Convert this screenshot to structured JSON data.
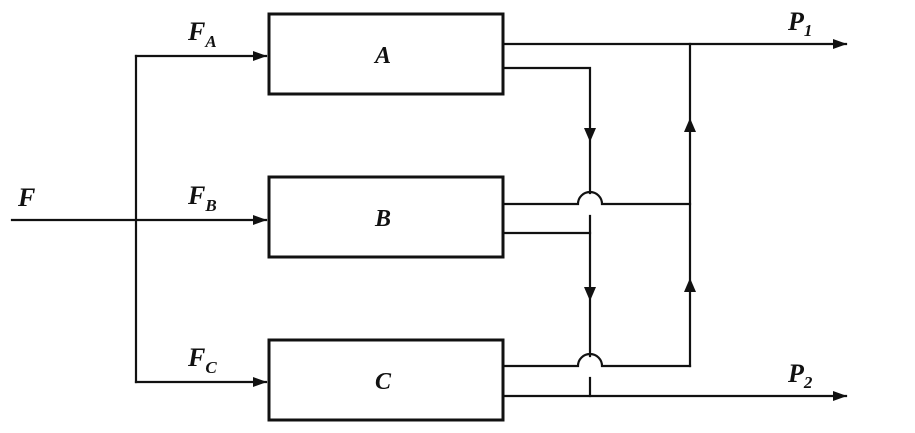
{
  "diagram": {
    "feed_label": "F",
    "streams": {
      "fa": {
        "main": "F",
        "sub": "A"
      },
      "fb": {
        "main": "F",
        "sub": "B"
      },
      "fc": {
        "main": "F",
        "sub": "C"
      }
    },
    "units": [
      {
        "id": "A",
        "label": "A"
      },
      {
        "id": "B",
        "label": "B"
      },
      {
        "id": "C",
        "label": "C"
      }
    ],
    "products": {
      "p1": {
        "main": "P",
        "sub": "1"
      },
      "p2": {
        "main": "P",
        "sub": "2"
      }
    },
    "colors": {
      "line": "#111111",
      "background": "#ffffff"
    }
  }
}
